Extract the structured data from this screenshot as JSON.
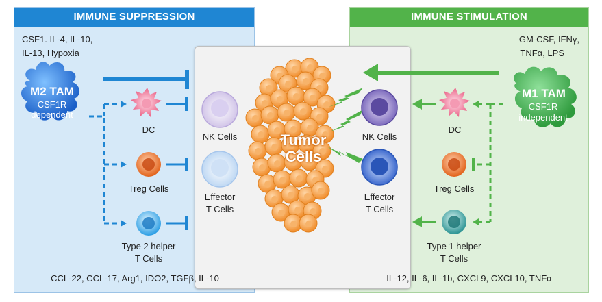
{
  "left_panel": {
    "header": "IMMUNE SUPPRESSION",
    "inputs_line1": "CSF1. IL-4, IL-10,",
    "inputs_line2": "IL-13, Hypoxia",
    "tam_title": "M2 TAM",
    "tam_sub1": "CSF1R",
    "tam_sub2": "dependent",
    "dc": "DC",
    "treg": "Treg Cells",
    "th_line1": "Type 2 helper",
    "th_line2": "T Cells",
    "outputs": "CCL-22, CCL-17, Arg1, IDO2, TGFβ, IL-10"
  },
  "right_panel": {
    "header": "IMMUNE STIMULATION",
    "inputs_line1": "GM-CSF, IFNγ,",
    "inputs_line2": "TNFα, LPS",
    "tam_title": "M1 TAM",
    "tam_sub1": "CSF1R",
    "tam_sub2": "independent",
    "dc": "DC",
    "treg": "Treg Cells",
    "th_line1": "Type 1 helper",
    "th_line2": "T Cells",
    "outputs": "IL-12, IL-6, IL-1b, CXCL9, CXCL10, TNFα"
  },
  "center": {
    "nk_left": "NK Cells",
    "effector_left_1": "Effector",
    "effector_left_2": "T Cells",
    "tumor_1": "Tumor",
    "tumor_2": "Cells",
    "nk_right": "NK Cells",
    "effector_right_1": "Effector",
    "effector_right_2": "T Cells"
  },
  "colors": {
    "suppression": "#1f86d3",
    "stimulation": "#52b34a",
    "tumor": "#f5a04a"
  }
}
